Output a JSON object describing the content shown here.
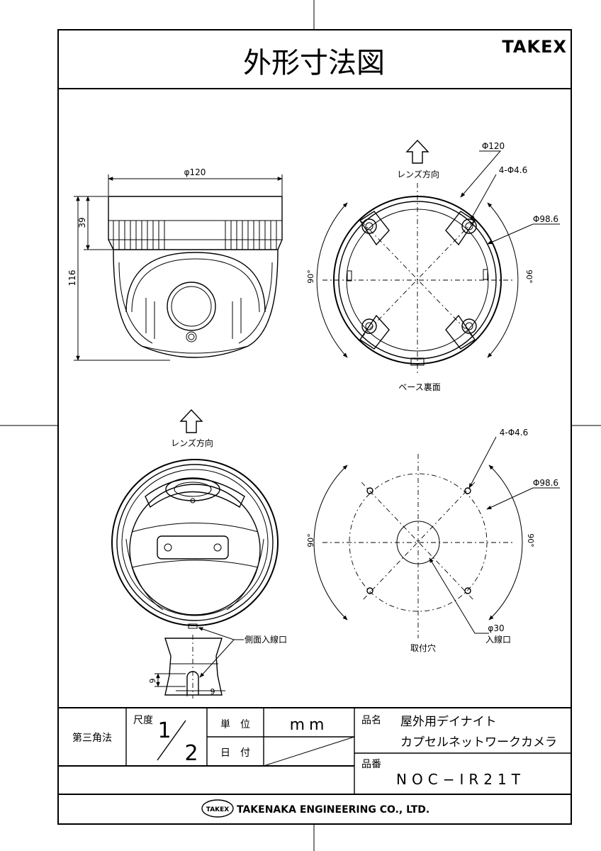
{
  "title": "外形寸法図",
  "brand": "TAKEX",
  "side_view": {
    "dim_width": "φ120",
    "dim_height_top": "39",
    "dim_height_total": "116"
  },
  "base_back": {
    "arrow_label": "レンズ方向",
    "dim_outer": "Φ120",
    "dim_holes": "4-Φ4.6",
    "dim_pcd": "Φ98.6",
    "angle_left": "90°",
    "angle_right": "90°",
    "caption": "ベース裏面"
  },
  "front_view": {
    "arrow_label": "レンズ方向",
    "side_entry_label": "側面入線口",
    "dim_slot_h": "9",
    "dim_slot_w": "9"
  },
  "mount_holes": {
    "dim_holes": "4-Φ4.6",
    "dim_pcd": "Φ98.6",
    "angle_left": "90°",
    "angle_right": "90°",
    "dim_entry": "φ30",
    "entry_label": "入線口",
    "caption": "取付穴"
  },
  "title_block": {
    "projection": "第三角法",
    "scale_label": "尺度",
    "scale_num": "1",
    "scale_den": "2",
    "unit_label": "単　位",
    "unit_value": "mm",
    "date_label": "日　付",
    "product_name_label": "品名",
    "product_name_line1": "屋外用デイナイト",
    "product_name_line2": "カプセルネットワークカメラ",
    "part_no_label": "品番",
    "part_no": "NOC−IR21T"
  },
  "footer": {
    "logo_text": "TAKEX",
    "company": "TAKENAKA ENGINEERING CO., LTD."
  }
}
